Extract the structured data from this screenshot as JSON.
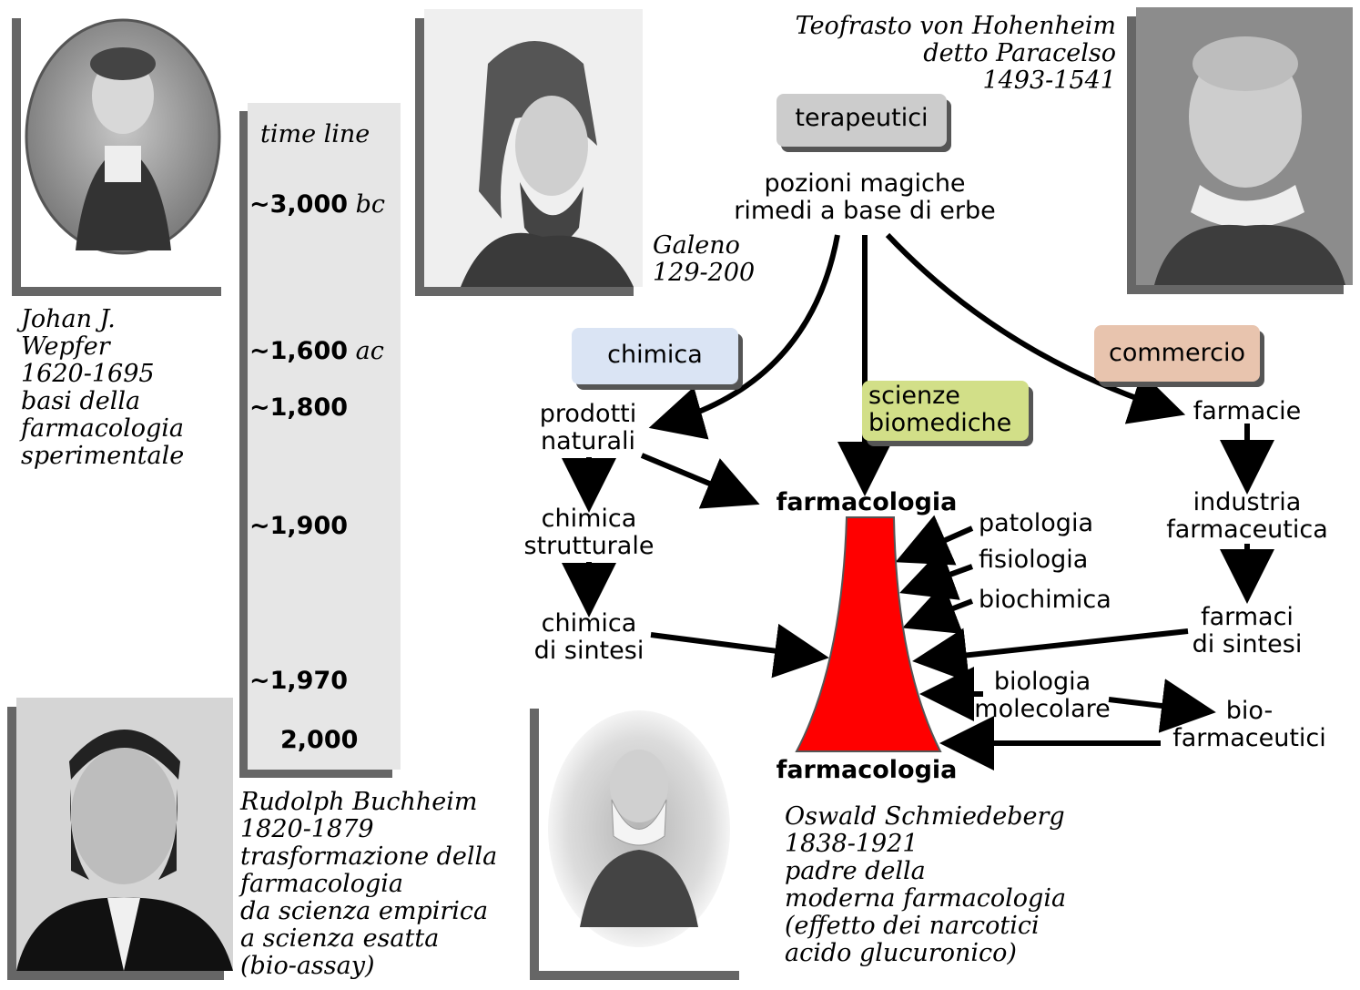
{
  "portraits": {
    "wepfer": {
      "caption": "Johan J.\nWepfer\n1620-1695\nbasi della\nfarmacologia\nsperimentale"
    },
    "galeno": {
      "caption": "Galeno\n129-200"
    },
    "paracelso": {
      "caption": "Teofrasto von Hohenheim\ndetto Paracelso\n1493-1541"
    },
    "buchheim": {
      "caption": "Rudolph Buchheim\n1820-1879\ntrasformazione della\nfarmacologia\nda scienza empirica\na scienza esatta\n(bio-assay)"
    },
    "schmiedeberg": {
      "caption": "Oswald Schmiedeberg\n1838-1921\npadre della\nmoderna farmacologia\n(effetto dei narcotici\nacido glucuronico)"
    }
  },
  "timeline": {
    "title": "time line",
    "items": [
      {
        "year": "~3,000",
        "suffix": "bc"
      },
      {
        "year": "~1,600",
        "suffix": "ac"
      },
      {
        "year": "~1,800",
        "suffix": ""
      },
      {
        "year": "~1,900",
        "suffix": ""
      },
      {
        "year": "~1,970",
        "suffix": ""
      },
      {
        "year": "2,000",
        "suffix": ""
      }
    ]
  },
  "boxes": {
    "terapeutici": {
      "label": "terapeutici",
      "color": "#cccccc"
    },
    "chimica": {
      "label": "chimica",
      "color": "#dae4f4"
    },
    "scienze": {
      "label": "scienze\nbiomediche",
      "color": "#d2df88"
    },
    "commercio": {
      "label": "commercio",
      "color": "#e8c4ae"
    }
  },
  "nodes": {
    "pozioni": "pozioni magiche\nrimedi a base di erbe",
    "prodotti": "prodotti\nnaturali",
    "chimica_strutturale": "chimica\nstrutturale",
    "chimica_sintesi": "chimica\ndi sintesi",
    "farmacologia_top": "farmacologia",
    "farmacologia_bottom": "farmacologia",
    "patologia": "patologia",
    "fisiologia": "fisiologia",
    "biochimica": "biochimica",
    "biologia": "biologia\nmolecolare",
    "farmacie": "farmacie",
    "industria": "industria\nfarmaceutica",
    "farmaci_sintesi": "farmaci\ndi sintesi",
    "biofarmaceutici": "bio-\nfarmaceutici"
  },
  "colors": {
    "funnel": "#ff0000",
    "shadow": "#666666",
    "timeline_bg": "#e6e6e6"
  }
}
